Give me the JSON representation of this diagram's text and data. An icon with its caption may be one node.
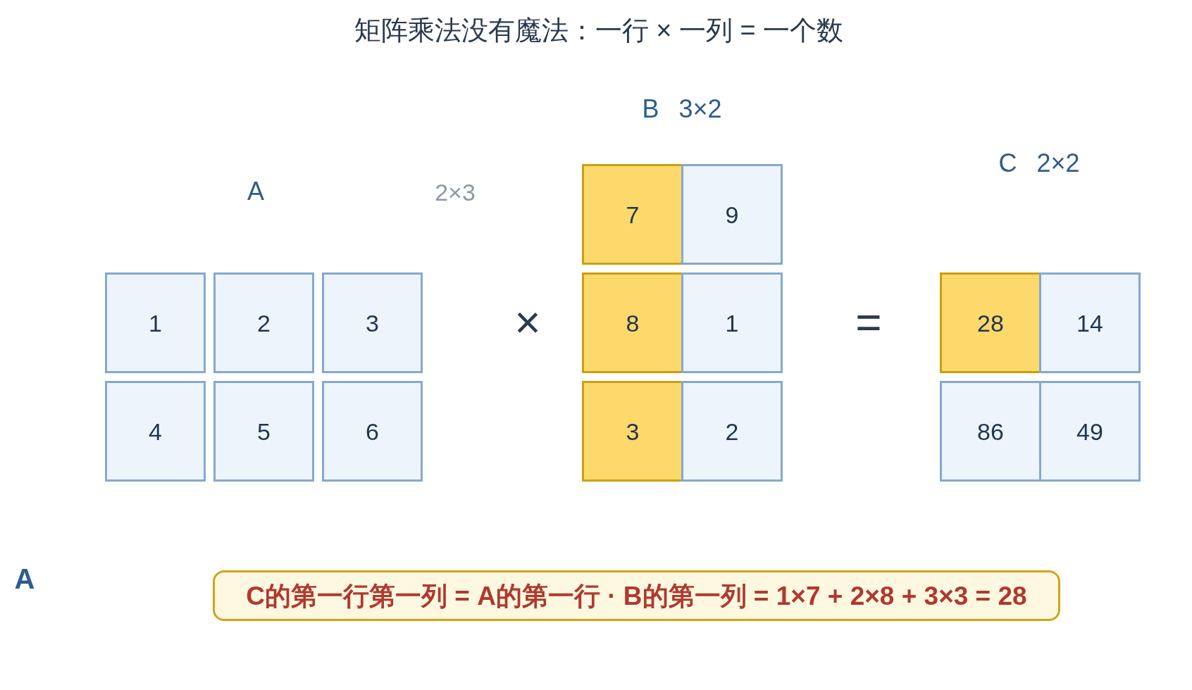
{
  "diagram": {
    "title": "矩阵乘法没有魔法：一行 × 一列 = 一个数",
    "nodes": [
      {
        "text": [
          "1"
        ]
      },
      {
        "text": [
          "2"
        ]
      },
      {
        "text": [
          "3"
        ]
      },
      {
        "text": [
          "4"
        ]
      },
      {
        "text": [
          "5"
        ]
      },
      {
        "text": [
          "6"
        ]
      },
      {
        "text": [
          "7"
        ]
      },
      {
        "text": [
          "9"
        ]
      },
      {
        "text": [
          "8"
        ]
      },
      {
        "text": [
          "1"
        ]
      },
      {
        "text": [
          "3"
        ]
      },
      {
        "text": [
          "2"
        ]
      },
      {
        "text": [
          "28"
        ]
      },
      {
        "text": [
          "14"
        ]
      },
      {
        "text": [
          "86"
        ]
      },
      {
        "text": [
          "49"
        ]
      },
      {
        "text": [
          "C的第一行第一列 = A的第一行 · B的第一列 = 1×7 + 2×8 + 3×3 = 28"
        ]
      }
    ],
    "labels": [
      "B 3×2",
      "C 2×2",
      "A",
      "2×3",
      "×",
      "=",
      "A"
    ]
  }
}
